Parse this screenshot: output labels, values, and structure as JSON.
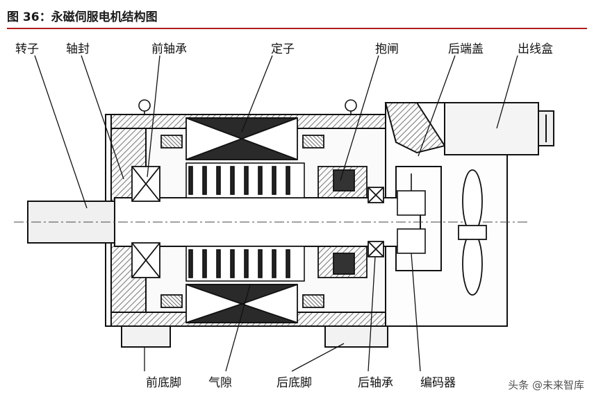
{
  "figure": {
    "title": "图 36：永磁伺服电机结构图"
  },
  "labels_top": [
    "转子",
    "轴封",
    "前轴承",
    "定子",
    "抱闸",
    "后端盖",
    "出线盒"
  ],
  "labels_bottom": [
    "前底脚",
    "气隙",
    "后底脚",
    "后轴承",
    "编码器"
  ],
  "watermark": "头条 @未来智库"
}
